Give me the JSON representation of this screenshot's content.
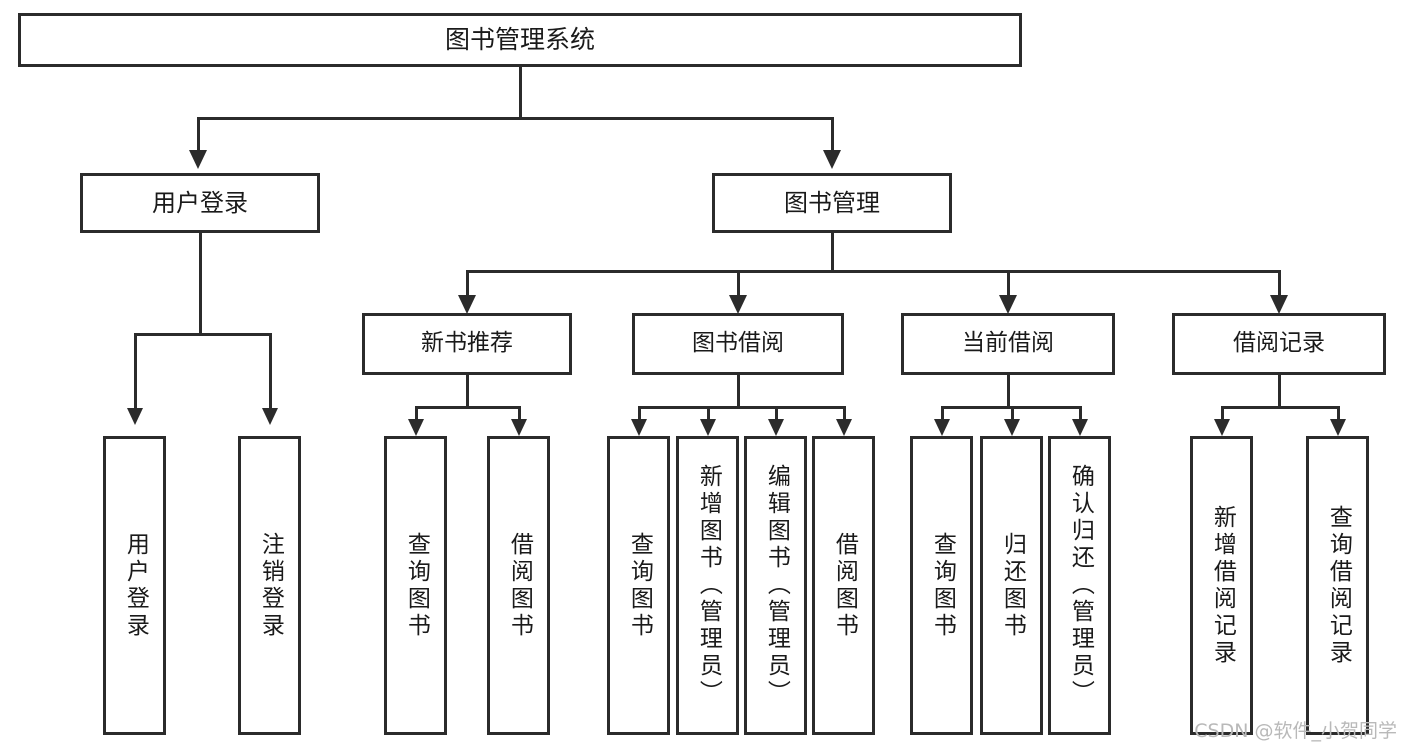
{
  "diagram": {
    "title": "图书管理系统",
    "type": "tree-hierarchy-functional-structure",
    "watermark": "CSDN @软件_小贺同学",
    "colors": {
      "stroke": "#2b2b2b",
      "fill": "#ffffff",
      "text": "#1a1a1a",
      "watermark": "#b9b9b9"
    },
    "root": {
      "label": "图书管理系统"
    },
    "level1": [
      {
        "label": "用户登录"
      },
      {
        "label": "图书管理"
      }
    ],
    "level2": [
      {
        "label": "新书推荐"
      },
      {
        "label": "图书借阅"
      },
      {
        "label": "当前借阅"
      },
      {
        "label": "借阅记录"
      }
    ],
    "leaves": {
      "user_login": [
        {
          "label": "用户登录"
        },
        {
          "label": "注销登录"
        }
      ],
      "new_book_recommend": [
        {
          "label": "查询图书"
        },
        {
          "label": "借阅图书"
        }
      ],
      "book_borrow": [
        {
          "label": "查询图书"
        },
        {
          "label": "新增图书（管理员）"
        },
        {
          "label": "编辑图书（管理员）"
        },
        {
          "label": "借阅图书"
        }
      ],
      "current_borrow": [
        {
          "label": "查询图书"
        },
        {
          "label": "归还图书"
        },
        {
          "label": "确认归还（管理员）"
        }
      ],
      "borrow_record": [
        {
          "label": "新增借阅记录"
        },
        {
          "label": "查询借阅记录"
        }
      ]
    }
  }
}
